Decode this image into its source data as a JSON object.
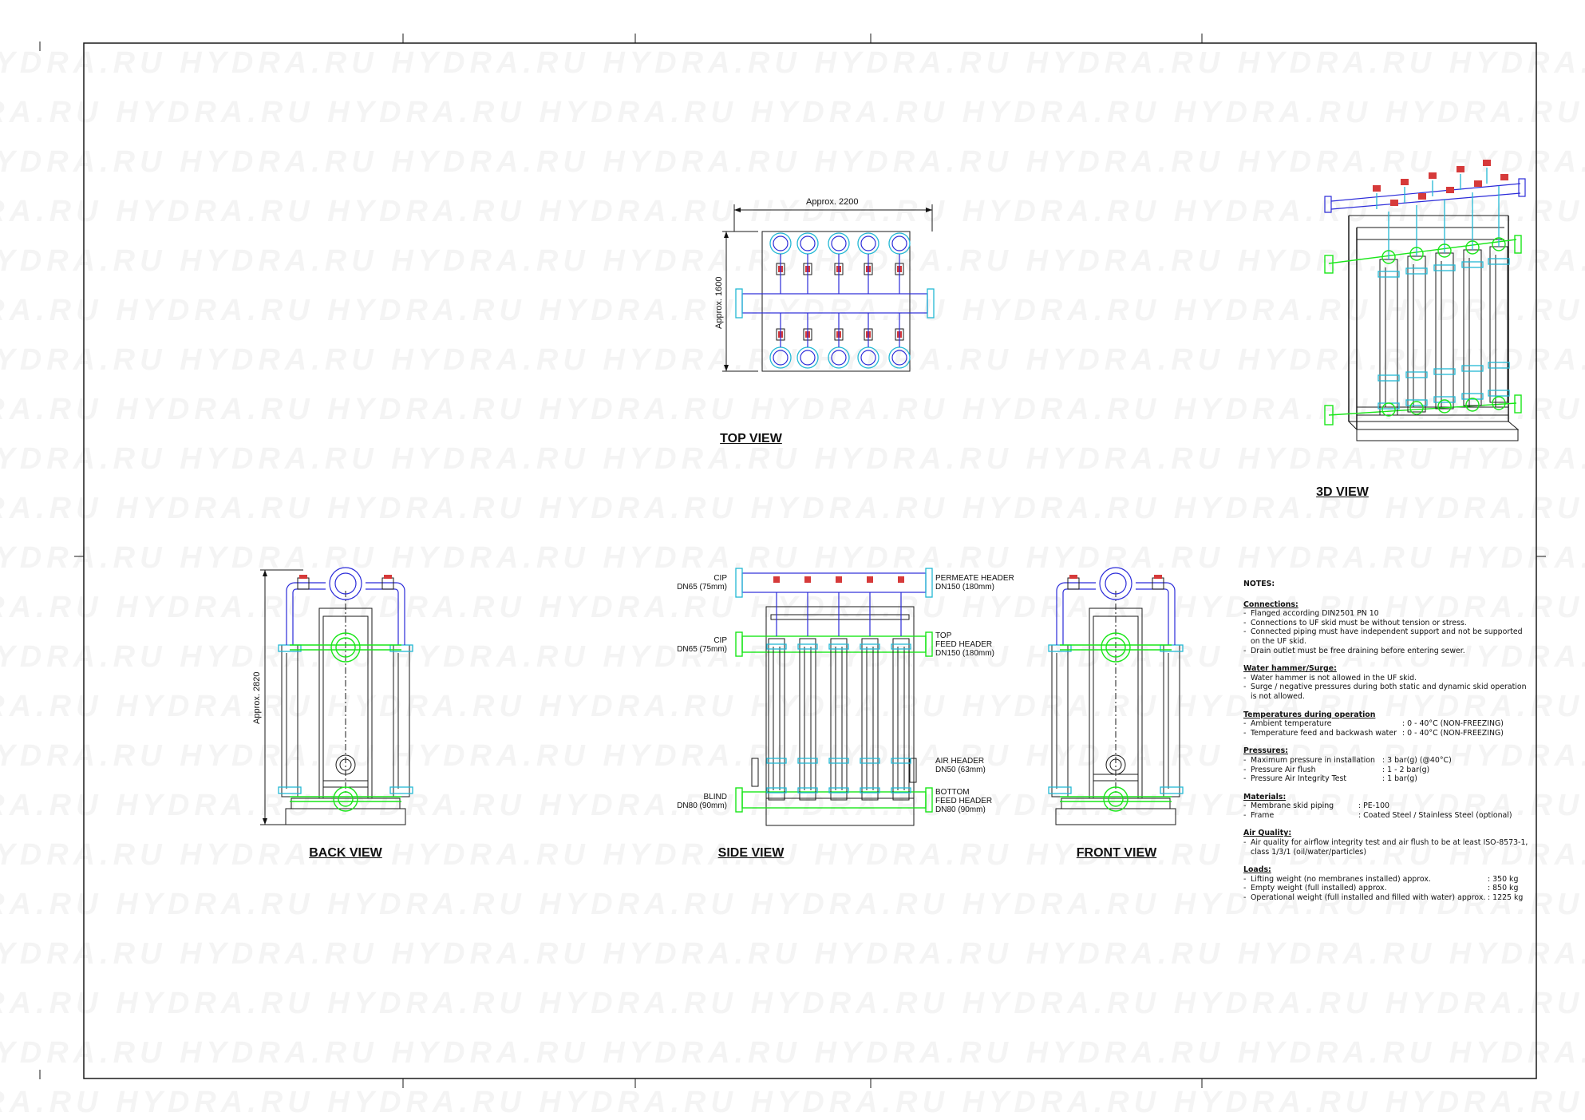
{
  "watermark": "HYDRA.RU",
  "views": {
    "top": "TOP VIEW",
    "d3": "3D VIEW",
    "back": "BACK VIEW",
    "side": "SIDE VIEW",
    "front": "FRONT VIEW"
  },
  "dimensions": {
    "width": "Approx. 2200",
    "depth": "Approx. 1600",
    "height": "Approx. 2820"
  },
  "side_labels": {
    "cip_top": [
      "CIP",
      "DN65 (75mm)"
    ],
    "cip_mid": [
      "CIP",
      "DN65 (75mm)"
    ],
    "blind": [
      "BLIND",
      "DN80 (90mm)"
    ],
    "permeate": [
      "PERMEATE HEADER",
      "DN150 (180mm)"
    ],
    "top_feed": [
      "TOP",
      "FEED HEADER",
      "DN150 (180mm)"
    ],
    "air": [
      "AIR HEADER",
      "DN50 (63mm)"
    ],
    "bottom_feed": [
      "BOTTOM",
      "FEED HEADER",
      "DN80 (90mm)"
    ]
  },
  "notes": {
    "title": "NOTES:",
    "sections": [
      {
        "heading": "Connections:",
        "items": [
          "Flanged according DIN2501 PN 10",
          "Connections to UF skid must be without tension or stress.",
          "Connected piping must have independent support and not be supported on the UF skid.",
          "Drain outlet must be free draining before entering sewer."
        ]
      },
      {
        "heading": "Water hammer/Surge:",
        "items": [
          "Water hammer is not allowed in the UF skid.",
          "Surge / negative pressures during both static and dynamic skid operation is not allowed."
        ]
      },
      {
        "heading": "Temperatures during operation",
        "kv": [
          {
            "k": "Ambient temperature",
            "v": ": 0 - 40°C (NON-FREEZING)"
          },
          {
            "k": "Temperature feed and backwash water",
            "v": ": 0 - 40°C (NON-FREEZING)"
          }
        ],
        "kw": 190
      },
      {
        "heading": "Pressures:",
        "kv": [
          {
            "k": "Maximum pressure in installation",
            "v": ": 3 bar(g) (@40°C)"
          },
          {
            "k": "Pressure Air flush",
            "v": ": 1 - 2 bar(g)"
          },
          {
            "k": "Pressure Air Integrity Test",
            "v": ": 1 bar(g)"
          }
        ],
        "kw": 165
      },
      {
        "heading": "Materials:",
        "kv": [
          {
            "k": "Membrane skid piping",
            "v": ": PE-100"
          },
          {
            "k": "Frame",
            "v": ": Coated Steel / Stainless Steel (optional)"
          }
        ],
        "kw": 135
      },
      {
        "heading": "Air Quality:",
        "items": [
          "Air quality for airflow integrity test and air flush to be at least ISO-8573-1, class 1/3/1 (oil/water/particles)"
        ]
      },
      {
        "heading": "Loads:",
        "kv": [
          {
            "k": "Lifting weight (no membranes installed) approx.",
            "v": ": 350 kg"
          },
          {
            "k": "Empty weight (full installed) approx.",
            "v": ": 850 kg"
          },
          {
            "k": "Operational weight (full installed and filled with water) approx.",
            "v": ": 1225 kg"
          }
        ],
        "kw": 297
      }
    ]
  }
}
